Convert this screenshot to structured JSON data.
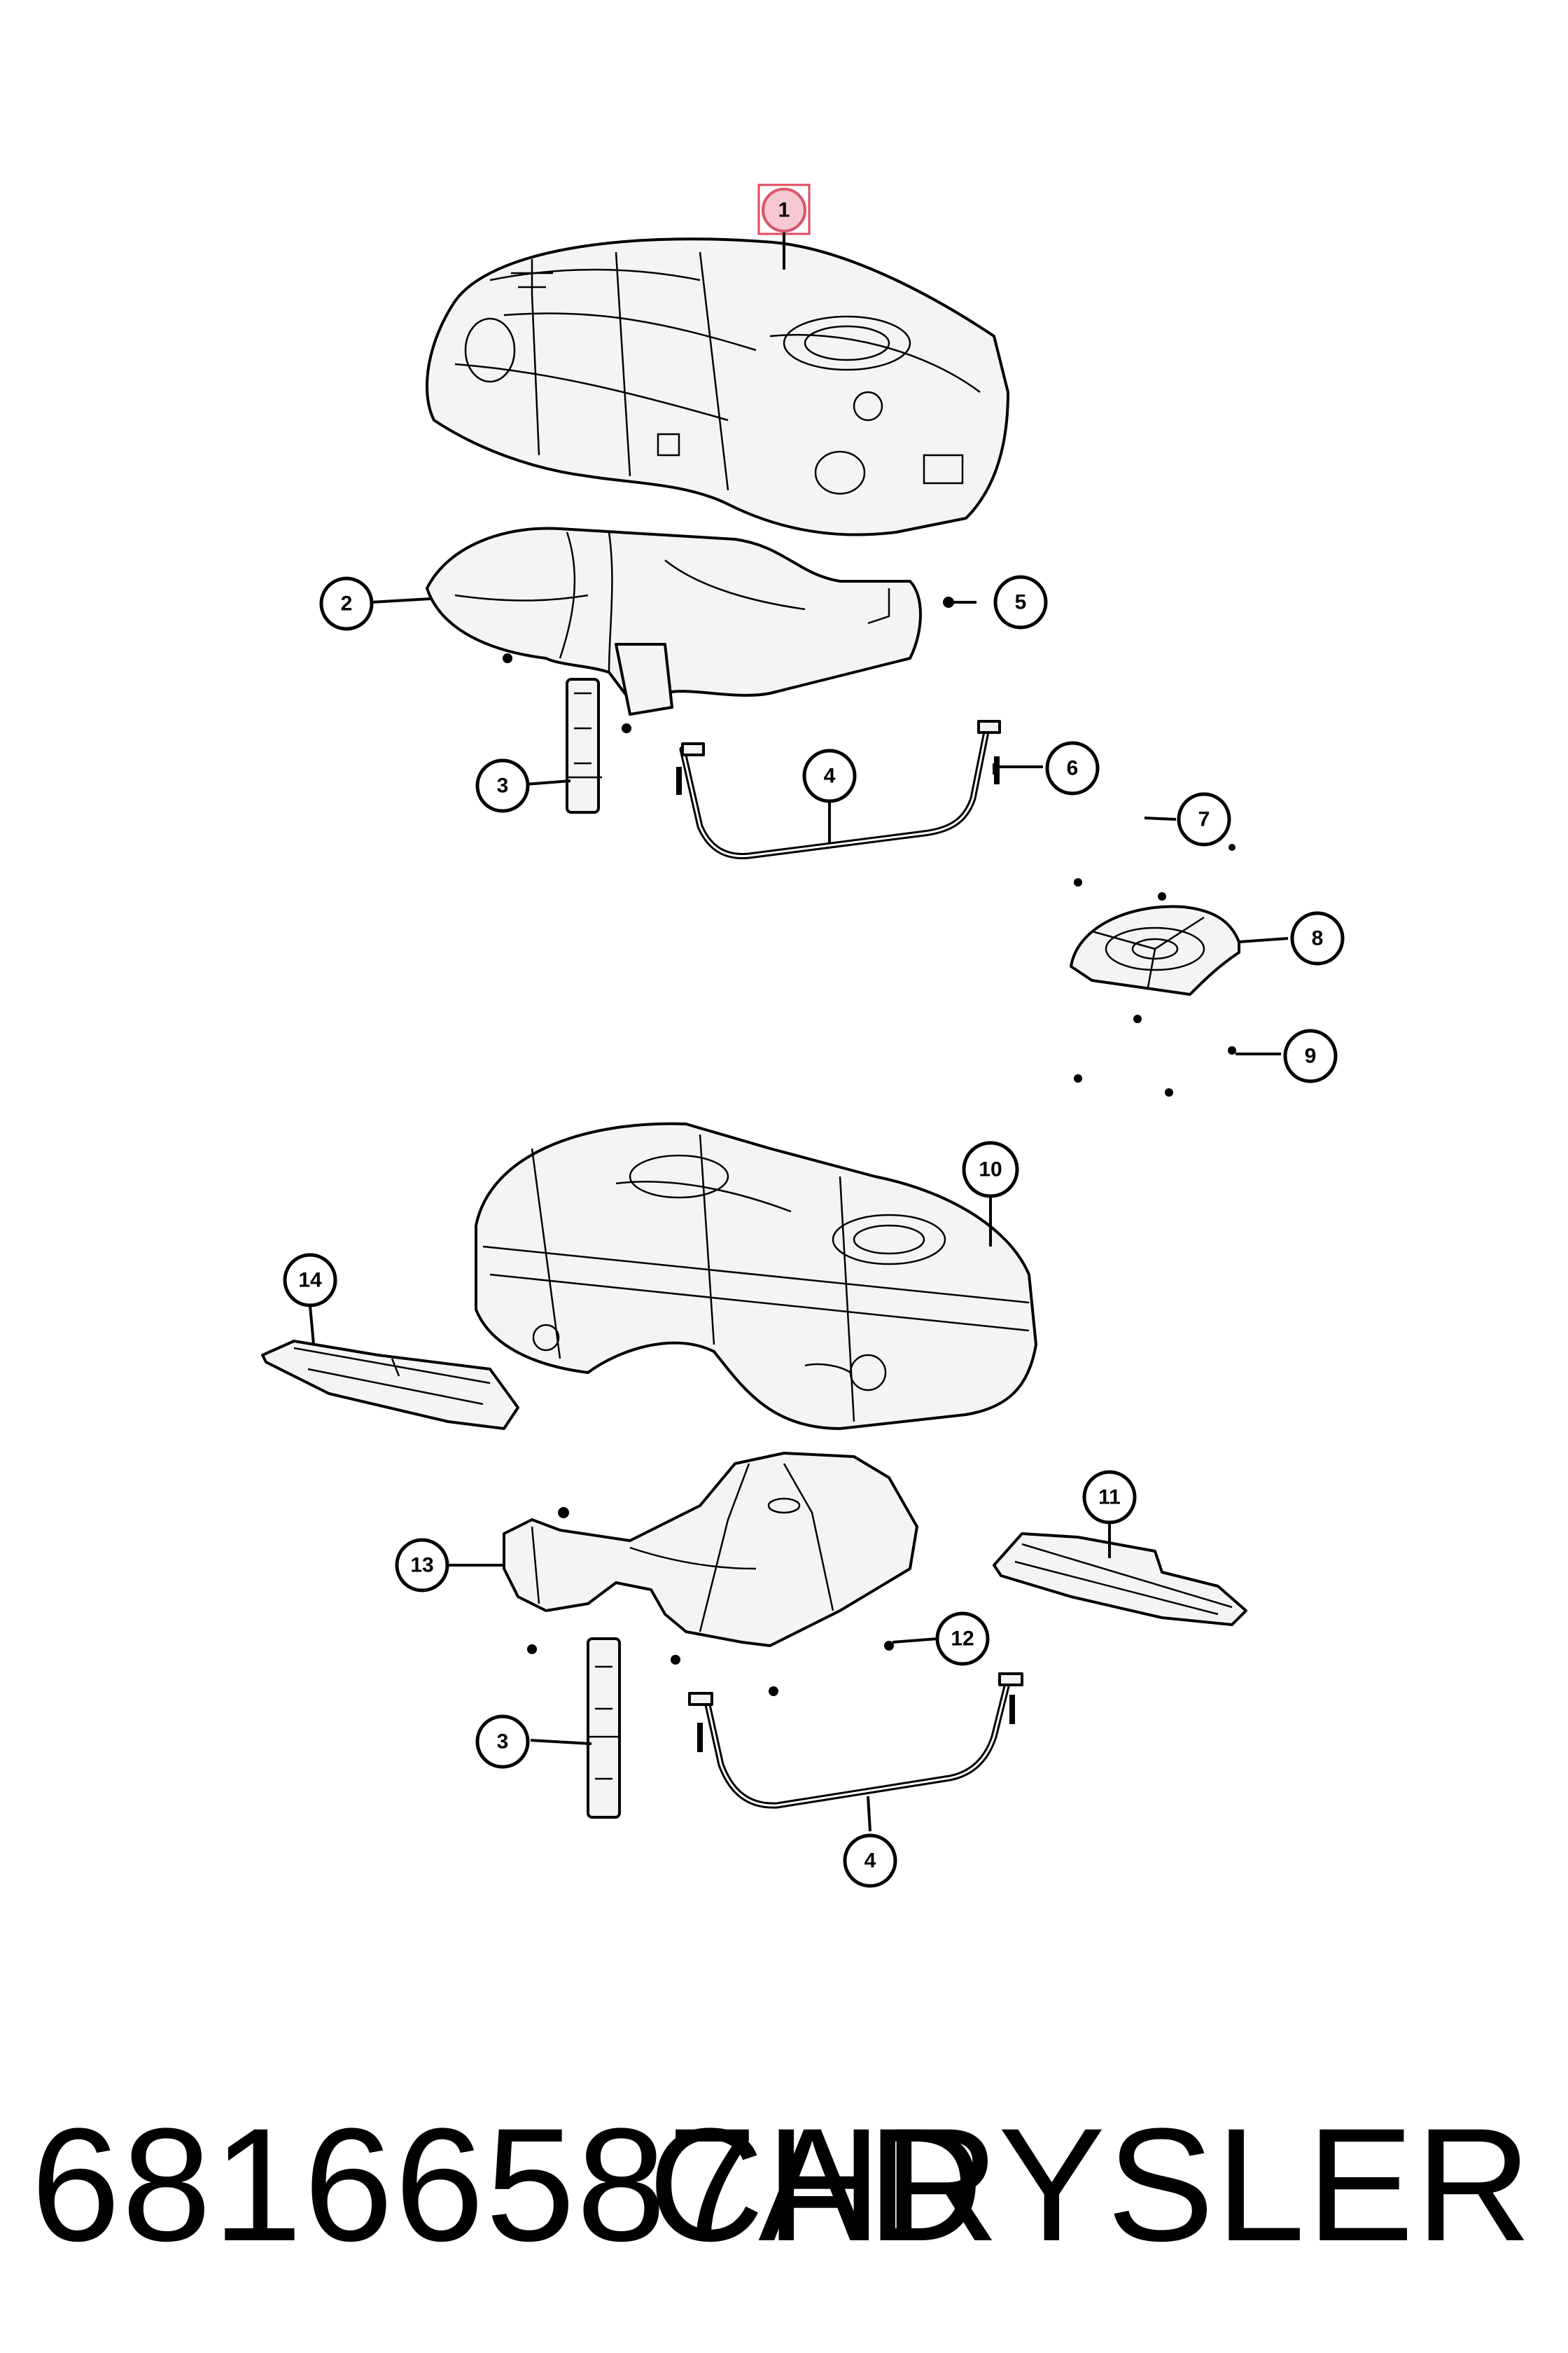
{
  "callouts": [
    {
      "id": "c1",
      "label": "1",
      "highlight": true
    },
    {
      "id": "c2",
      "label": "2"
    },
    {
      "id": "c3a",
      "label": "3"
    },
    {
      "id": "c4a",
      "label": "4"
    },
    {
      "id": "c5",
      "label": "5"
    },
    {
      "id": "c6",
      "label": "6"
    },
    {
      "id": "c7",
      "label": "7"
    },
    {
      "id": "c8",
      "label": "8"
    },
    {
      "id": "c9",
      "label": "9"
    },
    {
      "id": "c10",
      "label": "10"
    },
    {
      "id": "c11",
      "label": "11"
    },
    {
      "id": "c12",
      "label": "12"
    },
    {
      "id": "c13",
      "label": "13"
    },
    {
      "id": "c14",
      "label": "14"
    },
    {
      "id": "c3b",
      "label": "3"
    },
    {
      "id": "c4b",
      "label": "4"
    }
  ],
  "caption": {
    "part_number": "68166587AD",
    "brand": "CHRYSLER"
  },
  "colors": {
    "highlight_fill": "#f6c9d2",
    "highlight_stroke": "#d8546a",
    "line": "#000000"
  }
}
